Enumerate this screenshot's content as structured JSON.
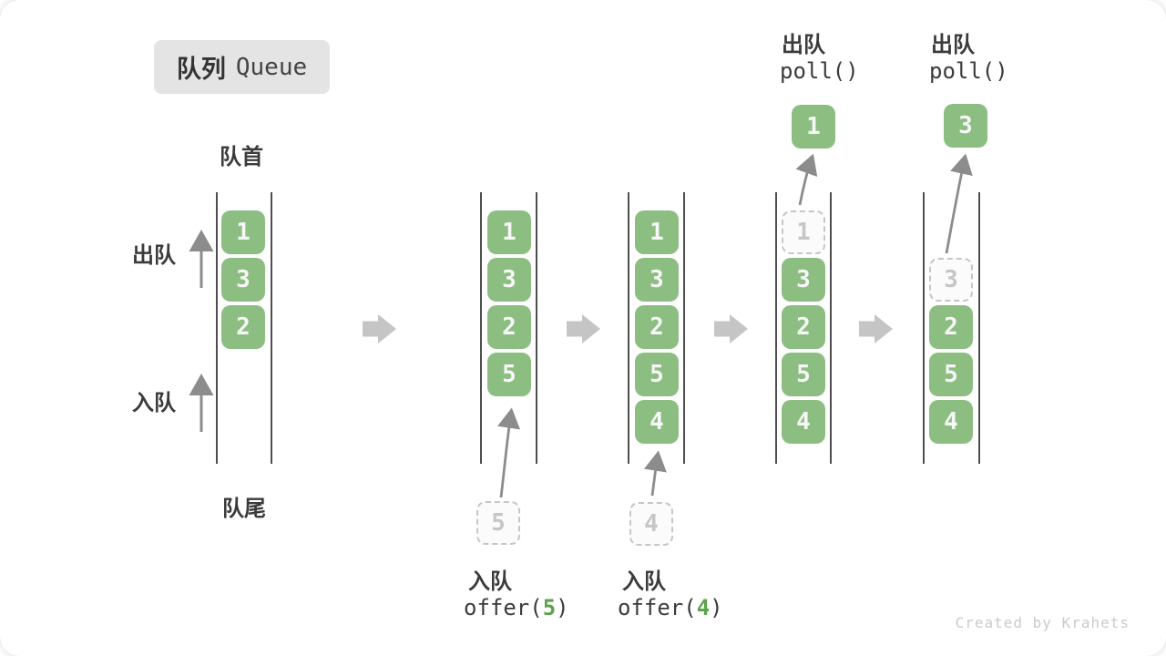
{
  "title": {
    "zh": "队列",
    "en": "Queue"
  },
  "labels": {
    "front": "队首",
    "rear": "队尾",
    "dequeue": "出队",
    "enqueue": "入队"
  },
  "colors": {
    "item_green": "#8CBE82",
    "arg_green": "#5DA24C",
    "arrow_gray": "#8C8C8C",
    "block_arrow_gray": "#C5C5C5",
    "rail_gray": "#4E4E4E",
    "text_dark": "#3B3B3B",
    "dashed_gray": "#C6C6C6",
    "title_bg": "#E4E4E4",
    "watermark_gray": "#CACACA"
  },
  "states": [
    {
      "slots": [
        "1",
        "3",
        "2"
      ]
    },
    {
      "slots": [
        "1",
        "3",
        "2",
        "5"
      ]
    },
    {
      "slots": [
        "1",
        "3",
        "2",
        "5",
        "4"
      ]
    },
    {
      "dashed": "1",
      "slots": [
        "3",
        "2",
        "5",
        "4"
      ]
    },
    {
      "dashed": "3",
      "slots": [
        "2",
        "5",
        "4"
      ]
    }
  ],
  "enqueue_ops": [
    {
      "label": "入队",
      "fn": "offer(",
      "arg": "5",
      "close": ")",
      "pending": "5"
    },
    {
      "label": "入队",
      "fn": "offer(",
      "arg": "4",
      "close": ")",
      "pending": "4"
    }
  ],
  "dequeue_ops": [
    {
      "label": "出队",
      "code": "poll()",
      "popped": "1"
    },
    {
      "label": "出队",
      "code": "poll()",
      "popped": "3"
    }
  ],
  "watermark": "Created by Krahets"
}
